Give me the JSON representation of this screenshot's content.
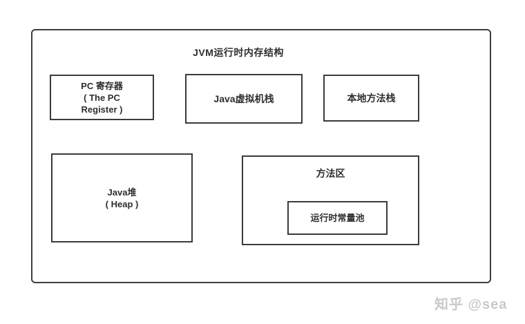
{
  "diagram": {
    "title": "JVM运行时内存结构",
    "boxes": {
      "pc_register": {
        "line1": "PC 寄存器",
        "line2": "( The PC",
        "line3": "Register )"
      },
      "java_vm_stack": {
        "label": "Java虚拟机栈"
      },
      "native_method_stack": {
        "label": "本地方法栈"
      },
      "java_heap": {
        "line1": "Java堆",
        "line2": "( Heap )"
      },
      "method_area": {
        "label": "方法区"
      },
      "runtime_constant_pool": {
        "label": "运行时常量池"
      }
    },
    "colors": {
      "background": "#ffffff",
      "border": "#3a3a3a",
      "text": "#2e2e2e",
      "watermark": "#c9c9c9"
    }
  },
  "watermark": {
    "text": "知乎 @sea"
  }
}
